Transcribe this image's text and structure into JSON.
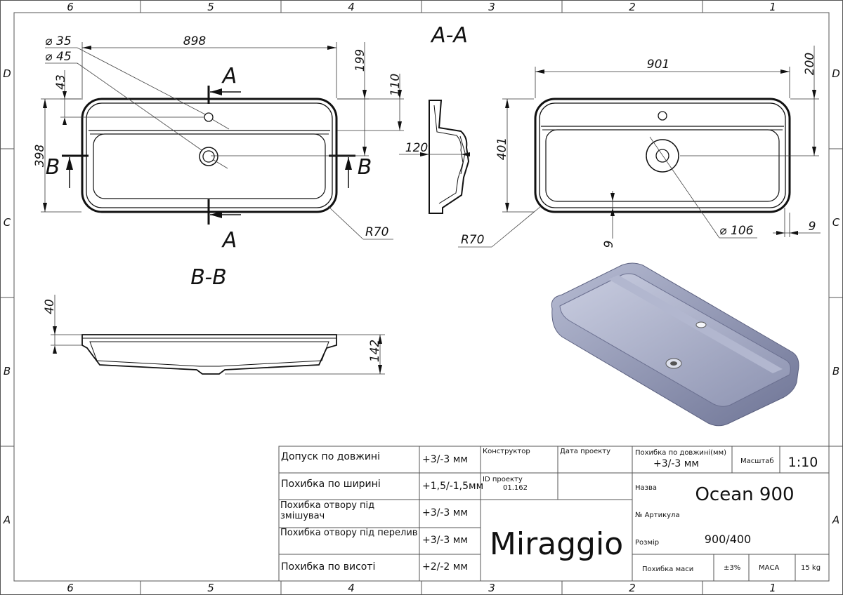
{
  "zones": {
    "columns": [
      "6",
      "5",
      "4",
      "3",
      "2",
      "1"
    ],
    "rows": [
      "D",
      "C",
      "B",
      "A"
    ]
  },
  "views": {
    "top_view": {
      "section_label": "A-A",
      "dims": {
        "d35": "35",
        "d45": "45",
        "w898": "898",
        "h199": "199",
        "h110": "110",
        "h43": "43",
        "h398": "398",
        "r70": "R70"
      },
      "cut_a": "A",
      "cut_b": "B"
    },
    "side_view": {
      "dims": {
        "d120": "120",
        "d401": "401"
      }
    },
    "bottom_view": {
      "dims": {
        "w901": "901",
        "h200": "200",
        "d106": "106",
        "r70": "R70",
        "h9a": "9",
        "h9b": "9"
      }
    },
    "section_bb": {
      "label": "B-B",
      "dims": {
        "h40": "40",
        "h142": "142"
      }
    }
  },
  "colors": {
    "render_body": "#8e95b4",
    "render_inner": "#a9afc9",
    "line": "#111111"
  },
  "title_block": {
    "tolerances": [
      {
        "label": "Допуск по довжині",
        "value": "+3/-3 мм"
      },
      {
        "label": "Похибка по ширині",
        "value": "+1,5/-1,5мм"
      },
      {
        "label": "Похибка отвору під змішувач",
        "value": "+3/-3 мм"
      },
      {
        "label": "Похибка отвору під перелив",
        "value": "+3/-3 мм"
      },
      {
        "label": "Похибка по висоті",
        "value": "+2/-2 мм"
      }
    ],
    "designer_label": "Конструктор",
    "date_label": "Дата проекту",
    "project_id_label": "ID проекту",
    "project_id": "01.162",
    "brand": "Miraggio",
    "length_err_label": "Похибка по довжині(мм)",
    "length_err_value": "+3/-3 мм",
    "scale_label": "Масштаб",
    "scale_value": "1:10",
    "name_label": "Назва",
    "name_value": "Ocean 900",
    "article_label": "№ Артикула",
    "size_label": "Розмір",
    "size_value": "900/400",
    "mass_err_label": "Похибка маси",
    "mass_err_value": "±3%",
    "mass_label": "МАСА",
    "mass_value": "15 kg"
  }
}
